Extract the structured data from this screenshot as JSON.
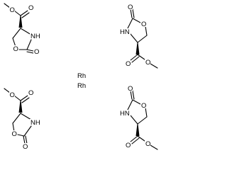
{
  "center": {
    "line1": "Rh",
    "line2": "Rh"
  },
  "molecules": [
    {
      "name": "ligand-top-left",
      "atoms": {
        "ester_o_top": "O",
        "ester_o_carbonyl": "O",
        "ring_o": "O",
        "nh": "NH",
        "carbonyl_o": "O"
      }
    },
    {
      "name": "ligand-top-right",
      "atoms": {
        "carbonyl_o": "O",
        "ring_o": "O",
        "nh": "HN",
        "ester_o_carbonyl": "O",
        "ester_o": "O"
      }
    },
    {
      "name": "ligand-bottom-left",
      "atoms": {
        "ester_o_top": "O",
        "ester_o_carbonyl": "O",
        "ring_o": "O",
        "nh": "NH",
        "carbonyl_o": "O"
      }
    },
    {
      "name": "ligand-bottom-right",
      "atoms": {
        "carbonyl_o": "O",
        "ring_o": "O",
        "nh": "HN",
        "ester_o_carbonyl": "O",
        "ester_o": "O"
      }
    }
  ]
}
